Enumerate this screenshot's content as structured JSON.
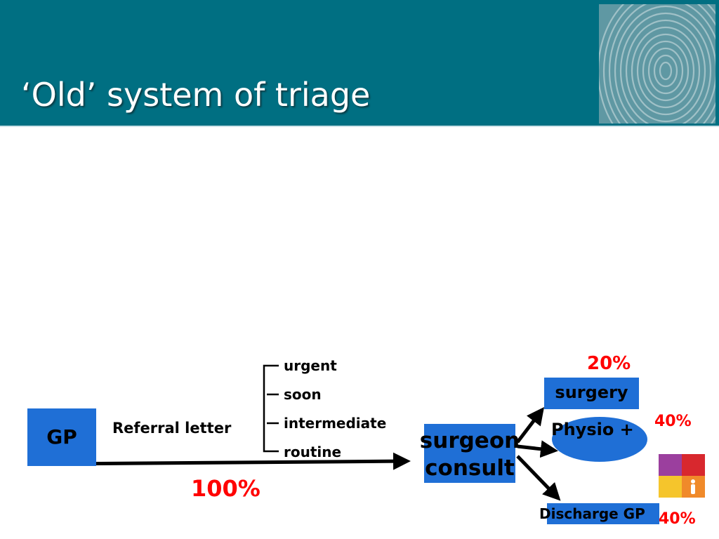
{
  "title": "‘Old’ system of triage",
  "gp": "GP",
  "referral": "Referral letter",
  "categories": [
    "urgent",
    "soon",
    "intermediate",
    "routine"
  ],
  "pct_all": "100%",
  "surgeon": [
    "surgeon",
    "consult"
  ],
  "outcomes": {
    "surgery": "surgery",
    "physio": "Physio +",
    "discharge": "Discharge GP"
  },
  "pct": {
    "surgery": "20%",
    "physio": "40%",
    "discharge": "40%"
  },
  "colors": {
    "header": "#006f82",
    "box": "#1f6fd6",
    "percent": "#ff0000"
  },
  "icons": [
    "fingerprint-icon",
    "color-block-logo-icon"
  ]
}
